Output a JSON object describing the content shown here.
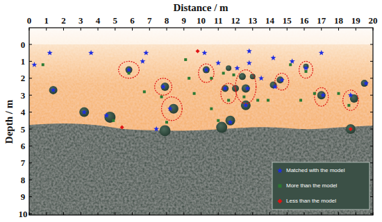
{
  "diagram": {
    "labels": [
      "Distance / m",
      "0",
      "1",
      "2",
      "3",
      "4",
      "5",
      "6",
      "7",
      "8",
      "9",
      "10",
      "11",
      "12",
      "13",
      "14",
      "15",
      "16",
      "17",
      "18",
      "19",
      "20",
      "Depth / m",
      "0",
      "1",
      "2",
      "3",
      "4",
      "5",
      "6",
      "7",
      "8",
      "9",
      "10"
    ],
    "legend": [
      {
        "text": "Matched with the model"
      },
      {
        "text": "More than the model"
      },
      {
        "text": "Less than the model"
      }
    ]
  }
}
